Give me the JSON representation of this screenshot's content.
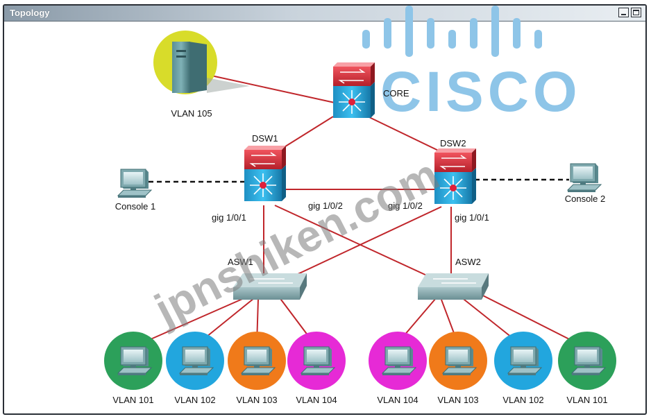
{
  "window": {
    "title": "Topology"
  },
  "colors": {
    "link": "#c0262b",
    "router_top": "#d8313c",
    "switch_body": "#22a6de",
    "access_switch": "#7fa3a8",
    "server_halo": "#d8dc2a",
    "vlan_101": "#2ca05a",
    "vlan_102": "#22a6de",
    "vlan_103": "#f07a1a",
    "vlan_104": "#e62ad6",
    "cisco_logo": "#8ec5e8"
  },
  "devices": {
    "server": {
      "label": "VLAN 105",
      "icon": "server-icon"
    },
    "core": {
      "label": "CORE",
      "icon": "multilayer-switch-icon"
    },
    "dsw1": {
      "label": "DSW1",
      "icon": "multilayer-switch-icon"
    },
    "dsw2": {
      "label": "DSW2",
      "icon": "multilayer-switch-icon"
    },
    "asw1": {
      "label": "ASW1",
      "icon": "switch-icon"
    },
    "asw2": {
      "label": "ASW2",
      "icon": "switch-icon"
    },
    "console1": {
      "label": "Console 1",
      "icon": "pc-icon"
    },
    "console2": {
      "label": "Console 2",
      "icon": "pc-icon"
    }
  },
  "ports": {
    "dsw1_down": "gig 1/0/1",
    "dsw1_cross": "gig 1/0/2",
    "dsw2_cross": "gig 1/0/2",
    "dsw2_down": "gig 1/0/1"
  },
  "hosts_left": [
    {
      "label": "VLAN 101",
      "color": "#2ca05a"
    },
    {
      "label": "VLAN 102",
      "color": "#22a6de"
    },
    {
      "label": "VLAN 103",
      "color": "#f07a1a"
    },
    {
      "label": "VLAN 104",
      "color": "#e62ad6"
    }
  ],
  "hosts_right": [
    {
      "label": "VLAN 104",
      "color": "#e62ad6"
    },
    {
      "label": "VLAN 103",
      "color": "#f07a1a"
    },
    {
      "label": "VLAN 102",
      "color": "#22a6de"
    },
    {
      "label": "VLAN 101",
      "color": "#2ca05a"
    }
  ],
  "logo": {
    "text": "CISCO"
  },
  "watermark": {
    "text": "jpnshiken.com"
  }
}
